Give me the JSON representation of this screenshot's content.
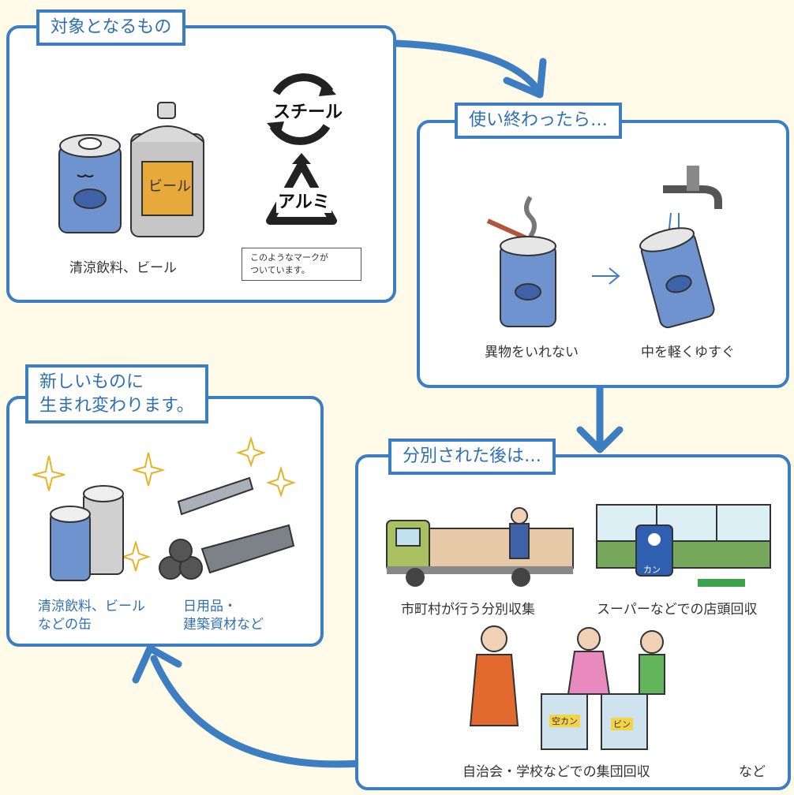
{
  "panels": {
    "target": {
      "title": "対象となるもの",
      "caption": "清涼飲料、ビール",
      "can_label": "ビール",
      "mark_steel": "スチール",
      "mark_alumi": "アルミ",
      "note": "このようなマークが\nついています。"
    },
    "after_use": {
      "title": "使い終わったら…",
      "step1": "異物をいれない",
      "step2": "中を軽くゆすぐ"
    },
    "after_sort": {
      "title": "分別された後は…",
      "item1": "市町村が行う分別収集",
      "item2": "スーパーなどでの店頭回収",
      "item3": "自治会・学校などでの集団回収",
      "etc": "など",
      "box_kan": "カン",
      "bag_akikan": "空カン",
      "bag_bin": "ビン"
    },
    "reborn": {
      "title": "新しいものに\n生まれ変わります。",
      "caption1": "清涼飲料、ビール\nなどの缶",
      "caption2": "日用品・\n建築資材など"
    }
  },
  "colors": {
    "panel_border": "#3d7ec2",
    "tag_text": "#2f6fb3",
    "background": "#fffbe8",
    "arrow": "#3d7ec2"
  }
}
